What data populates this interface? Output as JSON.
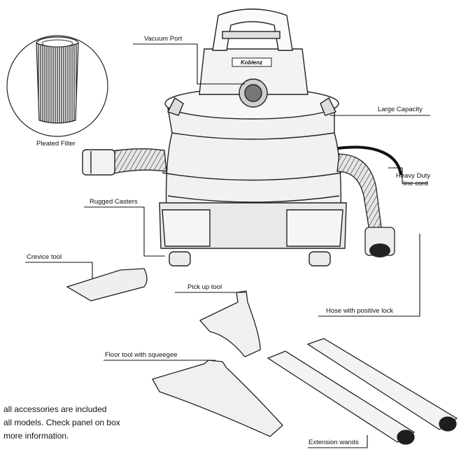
{
  "labels": {
    "vacuum_port": "Vacuum Port",
    "pleated_filter": "Pleated Filter",
    "large_capacity": "Large Capacity",
    "heavy_duty_line1": "Heavy Duty",
    "heavy_duty_line2": "line cord",
    "rugged_casters": "Rugged Casters",
    "crevice_tool": "Crevice tool",
    "pick_up_tool": "Pick up tool",
    "hose_positive_lock": "Hose with positive lock",
    "floor_tool": "Floor tool with squeegee",
    "extension_wands": "Extension wands"
  },
  "brand": "Koblenz",
  "note": {
    "line1": "all accessories are included",
    "line2": "all models. Check panel on box",
    "line3": "more information."
  }
}
